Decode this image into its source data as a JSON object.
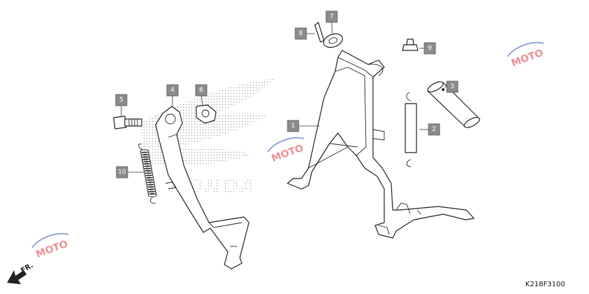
{
  "diagram_code": "K218F3100",
  "direction_label": "FR.",
  "watermark_text": "MOTO",
  "logo_text": "HONDA",
  "colors": {
    "callout_fill": "#8c8c8c",
    "callout_text": "#ffffff",
    "line": "#222222",
    "watermark_red": "#d9363e",
    "watermark_blue": "#3a5fb0",
    "logo_dots": "#9a9a9a"
  },
  "callouts": [
    {
      "id": "c1",
      "label": "1"
    },
    {
      "id": "c2",
      "label": "2"
    },
    {
      "id": "c3",
      "label": "3"
    },
    {
      "id": "c4",
      "label": "4"
    },
    {
      "id": "c5",
      "label": "5"
    },
    {
      "id": "c6",
      "label": "6"
    },
    {
      "id": "c7",
      "label": "7"
    },
    {
      "id": "c8",
      "label": "8"
    },
    {
      "id": "c9",
      "label": "9"
    },
    {
      "id": "c10",
      "label": "10"
    }
  ]
}
